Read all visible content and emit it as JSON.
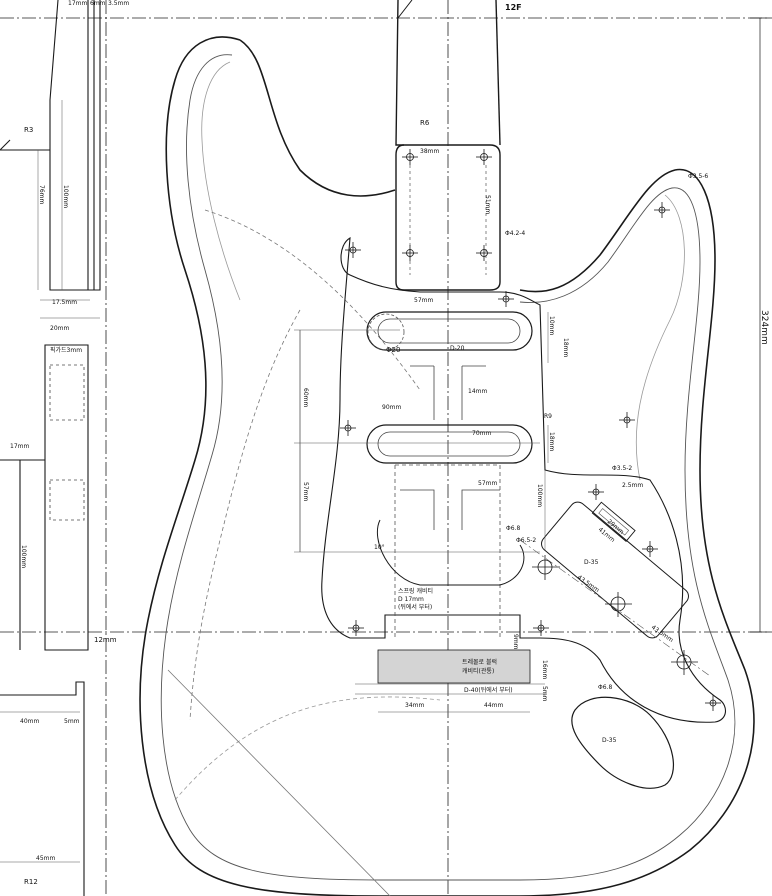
{
  "labels": {
    "fret": "12F",
    "len_324": "324mm",
    "dim_17mm_top": "17mm",
    "dim_6mm": "6mm",
    "dim_3_5mm": "3.5mm",
    "r3": "R3",
    "len_76": "76mm",
    "len_100_top": "100mm",
    "len_17_5": "17.5mm",
    "len_20": "20mm",
    "pickguard_label": "픽가드3mm",
    "dim_17mm_mid": "17mm",
    "len_100_mid": "100mm",
    "dim_12mm": "12mm",
    "dim_40mm": "40mm",
    "dim_5mm": "5mm",
    "dim_45mm": "45mm",
    "r12": "R12",
    "r6": "R6",
    "dim_38mm": "38mm",
    "dim_51mm": "51mm",
    "phi_4_2": "Φ4.2-4",
    "dim_57_neck": "57mm",
    "phi_3_5_6": "Φ3.5-6",
    "dim_10mm": "10mm",
    "dim_18mm_a": "18mm",
    "phi_20": "Φ20",
    "d_20": "D-20",
    "dim_60mm": "60mm",
    "dim_14mm": "14mm",
    "dim_90mm": "90mm",
    "r9": "R9",
    "dim_70mm": "70mm",
    "dim_18mm_b": "18mm",
    "dim_57_mid": "57mm",
    "dim_57_left": "57mm",
    "dim_100_right": "100mm",
    "phi_3_5_2_a": "Φ3.5-2",
    "dim_2_5mm": "2.5mm",
    "dim_29mm": "29mm",
    "dim_41mm": "41mm",
    "phi_6_8_a": "Φ6.8",
    "phi_6_5_2": "Φ6.5-2",
    "angle_10": "10°",
    "d_35_a": "D-35",
    "spring_cavity_1": "스프링 캐비티",
    "spring_cavity_2": "D 17mm",
    "spring_cavity_3": "(뒤에서 부터)",
    "dim_43_5_a": "43.5mm",
    "dim_43_5_b": "43.5mm",
    "dim_9mm": "9mm",
    "tremolo_1": "트레몰로 블럭",
    "tremolo_2": "캐비티(관통)",
    "dim_16mm": "16mm",
    "d_40": "D-40(뒤에서 부터)",
    "dim_5mm_b": "5mm",
    "phi_6_8_b": "Φ6.8",
    "dim_34mm": "34mm",
    "dim_44mm": "44mm",
    "d_35_b": "D-35"
  },
  "colors": {
    "line": "#1a1a1a",
    "thin": "#444444",
    "faint": "#8a8a8a",
    "shade": "#d4d4d4"
  }
}
